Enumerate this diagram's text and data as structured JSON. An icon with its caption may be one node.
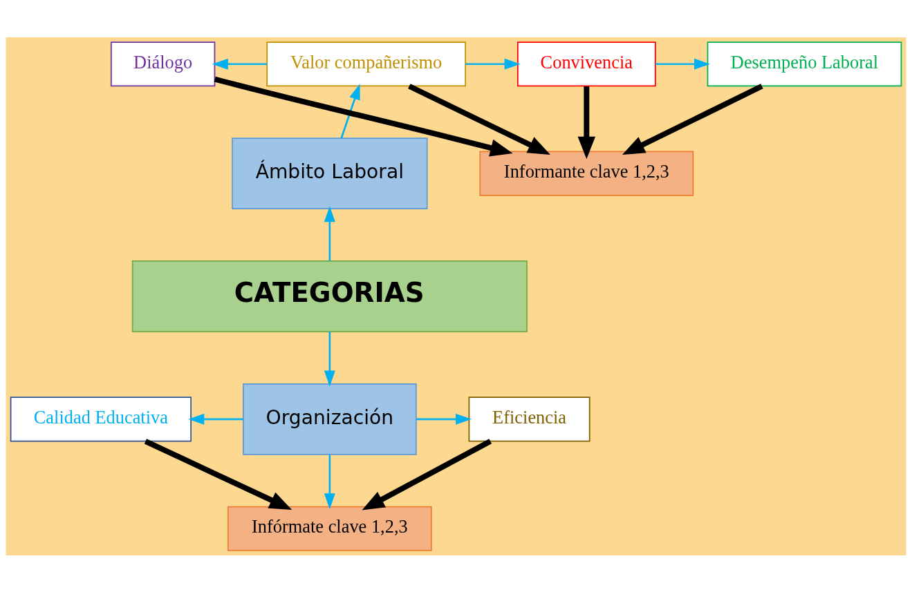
{
  "diagram": {
    "nodes": [
      {
        "text": [
          "CATEGORIAS"
        ]
      },
      {
        "text": [
          "Ámbito Laboral"
        ]
      },
      {
        "text": [
          "Valor compañerismo"
        ]
      },
      {
        "text": [
          "Diálogo"
        ]
      },
      {
        "text": [
          "Convivencia"
        ]
      },
      {
        "text": [
          "Desempeño Laboral"
        ]
      },
      {
        "text": [
          "Informante clave 1,2,3"
        ]
      },
      {
        "text": [
          "Organización"
        ]
      },
      {
        "text": [
          "Calidad Educativa"
        ]
      },
      {
        "text": [
          "Eficiencia"
        ]
      },
      {
        "text": [
          "Infórmate clave 1,2,3"
        ]
      }
    ],
    "edges": [
      {
        "from": 0,
        "to": 1,
        "arrow": "to"
      },
      {
        "from": 1,
        "to": 2,
        "arrow": "to"
      },
      {
        "from": 2,
        "to": 3,
        "arrow": "to"
      },
      {
        "from": 2,
        "to": 4,
        "arrow": "to"
      },
      {
        "from": 4,
        "to": 5,
        "arrow": "to"
      },
      {
        "from": 3,
        "to": 6,
        "arrow": "to",
        "style": "thick",
        "color": "#000000"
      },
      {
        "from": 2,
        "to": 6,
        "arrow": "to",
        "style": "thick",
        "color": "#000000"
      },
      {
        "from": 4,
        "to": 6,
        "arrow": "to",
        "style": "thick",
        "color": "#000000"
      },
      {
        "from": 5,
        "to": 6,
        "arrow": "to",
        "style": "thick",
        "color": "#000000"
      },
      {
        "from": 0,
        "to": 7,
        "arrow": "to"
      },
      {
        "from": 7,
        "to": 8,
        "arrow": "to"
      },
      {
        "from": 7,
        "to": 9,
        "arrow": "to"
      },
      {
        "from": 7,
        "to": 10,
        "arrow": "to"
      },
      {
        "from": 8,
        "to": 10,
        "arrow": "to",
        "style": "thick",
        "color": "#000000"
      },
      {
        "from": 9,
        "to": 10,
        "arrow": "to",
        "style": "thick",
        "color": "#000000"
      }
    ]
  }
}
